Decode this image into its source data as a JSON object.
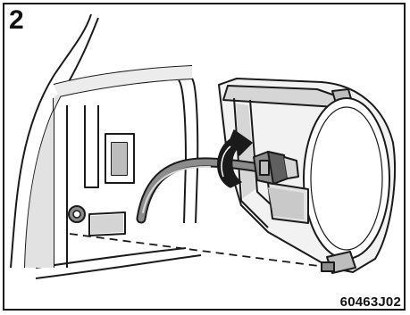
{
  "figure": {
    "step_number": "2",
    "figure_code": "60463J02"
  },
  "colors": {
    "line": "#1a1a1a",
    "shade_dark": "#8c8c8c",
    "shade_mid": "#bdbdbd",
    "shade_light": "#e2e2e2",
    "background": "#ffffff"
  },
  "icons": {
    "rotation": "curved-arrow-icon",
    "wire": "wire-harness",
    "connector": "bulb-socket-connector"
  }
}
